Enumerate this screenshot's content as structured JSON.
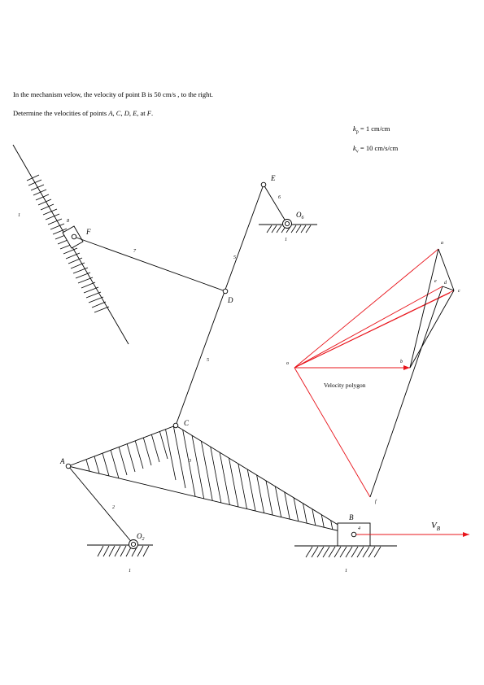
{
  "problem": {
    "statement": "In the mechanism velow, the velocity of point B is 50 cm/s , to the right.",
    "task_prefix": "Determine the velocities of points ",
    "task_points": "A, C, D, E,",
    "task_mid": " at ",
    "task_end": "F",
    "task_period": "."
  },
  "scales": {
    "kp": {
      "symbol": "k",
      "sub": "p",
      "value": " = 1 cm/cm"
    },
    "kv": {
      "symbol": "k",
      "sub": "v",
      "value": " = 10 cm/s/cm"
    }
  },
  "mechanism": {
    "points": {
      "A": "A",
      "B": "B",
      "C": "C",
      "D": "D",
      "E": "E",
      "F": "F",
      "O2": "O",
      "O2_sub": "2",
      "O6": "O",
      "O6_sub": "6"
    },
    "links": {
      "l1_left": "1",
      "l2": "2",
      "l3": "3",
      "l4": "4",
      "l5_upper": "5",
      "l5_lower": "5",
      "l6": "6",
      "l7": "7",
      "l8": "8",
      "l1_topright": "1",
      "l1_ground2": "1",
      "l1_ground4": "1"
    },
    "vb_label": "V",
    "vb_sub": "B"
  },
  "velocity_polygon": {
    "title": "Velocity polygon",
    "labels": {
      "o": "o",
      "a": "a",
      "b": "b",
      "c": "c",
      "d": "d",
      "e": "e",
      "f": "f"
    },
    "colors": {
      "absolute": "#e8141b",
      "relative": "#000000",
      "vb_arrow": "#e8141b"
    }
  }
}
